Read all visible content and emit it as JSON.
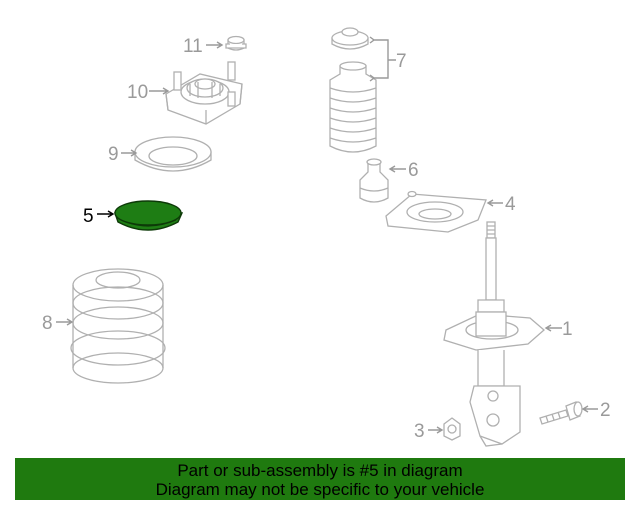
{
  "callouts": [
    {
      "id": "1",
      "label": "1"
    },
    {
      "id": "2",
      "label": "2"
    },
    {
      "id": "3",
      "label": "3"
    },
    {
      "id": "4",
      "label": "4"
    },
    {
      "id": "5",
      "label": "5"
    },
    {
      "id": "6",
      "label": "6"
    },
    {
      "id": "7",
      "label": "7"
    },
    {
      "id": "8",
      "label": "8"
    },
    {
      "id": "9",
      "label": "9"
    },
    {
      "id": "10",
      "label": "10"
    },
    {
      "id": "11",
      "label": "11"
    }
  ],
  "highlighted_part": "5",
  "colors": {
    "highlight_fill": "#1e7d14",
    "banner_background": "#1f7a0f",
    "part_outline": "#b0b0b0",
    "callout_text": "#9a9a9a"
  },
  "banner": {
    "line1": "Part or sub-assembly is #5 in diagram",
    "line2": "Diagram may not be specific to your vehicle"
  }
}
